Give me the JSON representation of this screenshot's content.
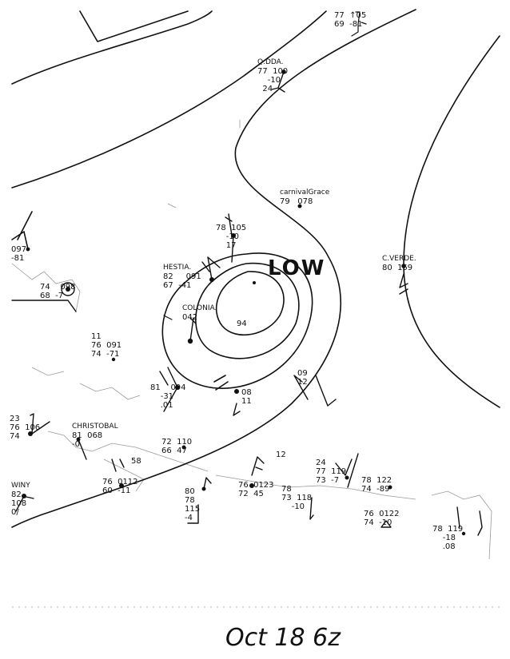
{
  "caption": "Oct 18 6z",
  "low_label": "LOW",
  "stations": [
    {
      "id": "top-right",
      "name": "",
      "lines": [
        "77  ↑05",
        "69  -81"
      ]
    },
    {
      "id": "rdda",
      "name": "Q.DDA.",
      "lines": [
        "77  100",
        "    -10",
        "  24"
      ]
    },
    {
      "id": "carnival",
      "name": "carnivalGrace",
      "lines": [
        "79   078"
      ]
    },
    {
      "id": "ship-center",
      "name": "",
      "lines": [
        "78  105",
        "    -10",
        "    17"
      ]
    },
    {
      "id": "cverde",
      "name": "C.VERDE.",
      "lines": [
        "80  159"
      ]
    },
    {
      "id": "hestia",
      "name": "HESTIA.",
      "lines": [
        "82     091",
        "67  -41"
      ]
    },
    {
      "id": "west-edge",
      "name": "",
      "lines": [
        "097",
        "-81"
      ]
    },
    {
      "id": "west-mid",
      "name": "",
      "lines": [
        "74    098",
        "68  -7"
      ]
    },
    {
      "id": "colonia",
      "name": "COLONIA.",
      "lines": [
        "042"
      ]
    },
    {
      "id": "center-value",
      "name": "",
      "lines": [
        "94"
      ]
    },
    {
      "id": "west-11",
      "name": "",
      "lines": [
        "11",
        "76  091",
        "74  -71"
      ]
    },
    {
      "id": "st-81",
      "name": "",
      "lines": [
        "81    094",
        "    -31",
        "    .01"
      ]
    },
    {
      "id": "st-08",
      "name": "",
      "lines": [
        "08",
        "11"
      ]
    },
    {
      "id": "st-09",
      "name": "",
      "lines": [
        "09",
        "12"
      ]
    },
    {
      "id": "st-23",
      "name": "",
      "lines": [
        "23",
        "76  106",
        "74"
      ]
    },
    {
      "id": "christobal",
      "name": "CHRISTOBAL",
      "lines": [
        "81  068",
        "-0"
      ]
    },
    {
      "id": "st-72",
      "name": "",
      "lines": [
        "72  110",
        "66  47"
      ]
    },
    {
      "id": "st-76-112",
      "name": "",
      "lines": [
        "76  0112",
        "60  -11"
      ]
    },
    {
      "id": "st-58",
      "name": "",
      "lines": [
        "58"
      ]
    },
    {
      "id": "winy",
      "name": "WINY",
      "lines": [
        "82",
        "108",
        "0/"
      ]
    },
    {
      "id": "st-80",
      "name": "",
      "lines": [
        "80",
        "78",
        "115",
        "-4"
      ]
    },
    {
      "id": "st-12",
      "name": "",
      "lines": [
        "12"
      ]
    },
    {
      "id": "st-76-123",
      "name": "",
      "lines": [
        "76  0123",
        "72  45"
      ]
    },
    {
      "id": "st-78-118",
      "name": "",
      "lines": [
        "78",
        "73  118",
        "    -10"
      ]
    },
    {
      "id": "st-77-119",
      "name": "",
      "lines": [
        "24",
        "77  119",
        "73  -7"
      ]
    },
    {
      "id": "st-78-122",
      "name": "",
      "lines": [
        "78  122",
        "74  -89"
      ]
    },
    {
      "id": "st-76-122",
      "name": "",
      "lines": [
        "76  0122",
        "74  -10"
      ]
    },
    {
      "id": "st-78-119",
      "name": "",
      "lines": [
        "78  119",
        "    -18",
        "    .08"
      ]
    }
  ]
}
